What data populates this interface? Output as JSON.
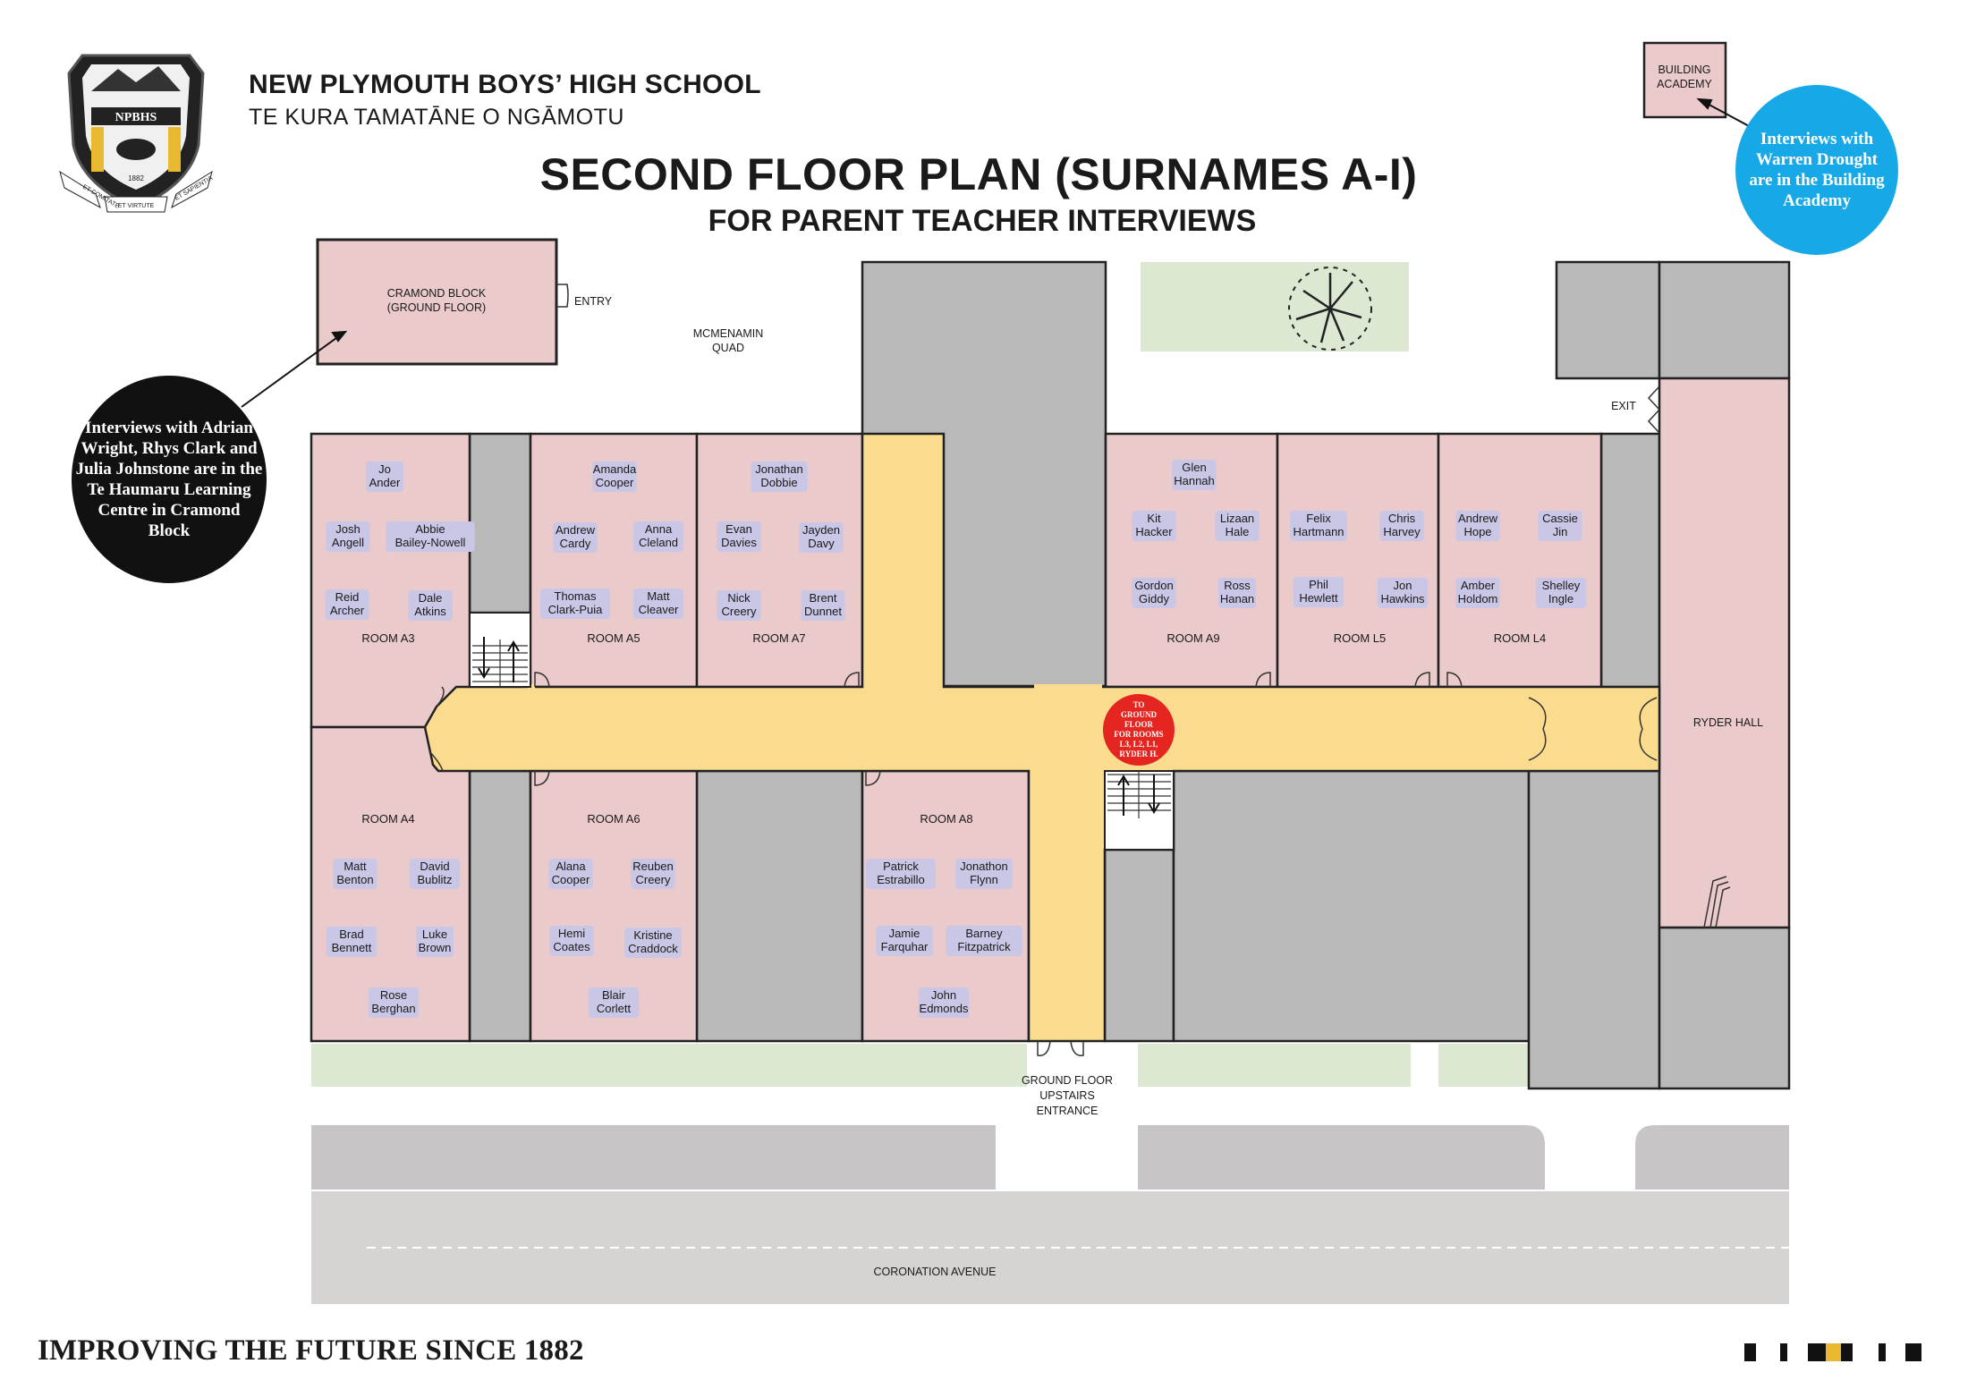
{
  "header": {
    "school_name": "NEW PLYMOUTH BOYS’ HIGH SCHOOL",
    "school_subtitle": "TE KURA TAMATĀNE O NGĀMOTU",
    "title": "SECOND FLOOR PLAN (SURNAMES A-I)",
    "subtitle": "FOR PARENT TEACHER INTERVIEWS"
  },
  "crest": {
    "initials": "NPBHS",
    "year": "1882",
    "motto_left": "ET COMITATE",
    "motto_center": "ET VIRTUTE",
    "motto_right": "ET SAPIENTIA"
  },
  "callouts": {
    "cramond": "Interviews with Adrian Wright, Rhys Clark and Julia Johnstone are in the Te Haumaru Learning Centre in Cramond Block",
    "academy": "Interviews with Warren Drought are in the Building Academy"
  },
  "labels": {
    "cramond_block": [
      "CRAMOND BLOCK",
      "(GROUND FLOOR)"
    ],
    "entry": "ENTRY",
    "quad": [
      "MCMENAMIN",
      "QUAD"
    ],
    "building_academy": [
      "BUILDING",
      "ACADEMY"
    ],
    "exit": "EXIT",
    "ryder_hall": "RYDER HALL",
    "ground_entrance": [
      "GROUND FLOOR",
      "UPSTAIRS",
      "ENTRANCE"
    ],
    "coronation": "CORONATION AVENUE",
    "to_ground": [
      "TO",
      "GROUND",
      "FLOOR",
      "FOR ROOMS",
      "L3, L2, L1,",
      "RYDER H."
    ]
  },
  "rooms": [
    {
      "name": "ROOM A3",
      "teachers": [
        [
          "Jo",
          "Ander"
        ],
        [
          "Josh",
          "Angell"
        ],
        [
          "Abbie",
          "Bailey-Nowell"
        ],
        [
          "Reid",
          "Archer"
        ],
        [
          "Dale",
          "Atkins"
        ]
      ]
    },
    {
      "name": "ROOM A5",
      "teachers": [
        [
          "Amanda",
          "Cooper"
        ],
        [
          "Andrew",
          "Cardy"
        ],
        [
          "Anna",
          "Cleland"
        ],
        [
          "Thomas",
          "Clark-Puia"
        ],
        [
          "Matt",
          "Cleaver"
        ]
      ]
    },
    {
      "name": "ROOM A7",
      "teachers": [
        [
          "Jonathan",
          "Dobbie"
        ],
        [
          "Evan",
          "Davies"
        ],
        [
          "Jayden",
          "Davy"
        ],
        [
          "Nick",
          "Creery"
        ],
        [
          "Brent",
          "Dunnet"
        ]
      ]
    },
    {
      "name": "ROOM A9",
      "teachers": [
        [
          "Glen",
          "Hannah"
        ],
        [
          "Kit",
          "Hacker"
        ],
        [
          "Lizaan",
          "Hale"
        ],
        [
          "Gordon",
          "Giddy"
        ],
        [
          "Ross",
          "Hanan"
        ]
      ]
    },
    {
      "name": "ROOM L5",
      "teachers": [
        [
          "Felix",
          "Hartmann"
        ],
        [
          "Chris",
          "Harvey"
        ],
        [
          "Phil",
          "Hewlett"
        ],
        [
          "Jon",
          "Hawkins"
        ]
      ]
    },
    {
      "name": "ROOM L4",
      "teachers": [
        [
          "Andrew",
          "Hope"
        ],
        [
          "Cassie",
          "Jin"
        ],
        [
          "Amber",
          "Holdom"
        ],
        [
          "Shelley",
          "Ingle"
        ]
      ]
    },
    {
      "name": "ROOM A4",
      "teachers": [
        [
          "Matt",
          "Benton"
        ],
        [
          "David",
          "Bublitz"
        ],
        [
          "Brad",
          "Bennett"
        ],
        [
          "Luke",
          "Brown"
        ],
        [
          "Rose",
          "Berghan"
        ]
      ]
    },
    {
      "name": "ROOM A6",
      "teachers": [
        [
          "Alana",
          "Cooper"
        ],
        [
          "Reuben",
          "Creery"
        ],
        [
          "Hemi",
          "Coates"
        ],
        [
          "Kristine",
          "Craddock"
        ],
        [
          "Blair",
          "Corlett"
        ]
      ]
    },
    {
      "name": "ROOM A8",
      "teachers": [
        [
          "Patrick",
          "Estrabillo"
        ],
        [
          "Jonathon",
          "Flynn"
        ],
        [
          "Jamie",
          "Farquhar"
        ],
        [
          "Barney",
          "Fitzpatrick"
        ],
        [
          "John",
          "Edmonds"
        ]
      ]
    }
  ],
  "footer": {
    "tagline": "IMPROVING THE FUTURE SINCE 1882"
  },
  "colors": {
    "room": "#eacaca",
    "corridor": "#fbdc8f",
    "building": "#b9b9b9",
    "grass": "#dce8d2",
    "road": "#d6d3d3",
    "teacher_tag": "#c9c6e6",
    "stair_sign": "#e52620",
    "academy_callout": "#17a9e7"
  }
}
